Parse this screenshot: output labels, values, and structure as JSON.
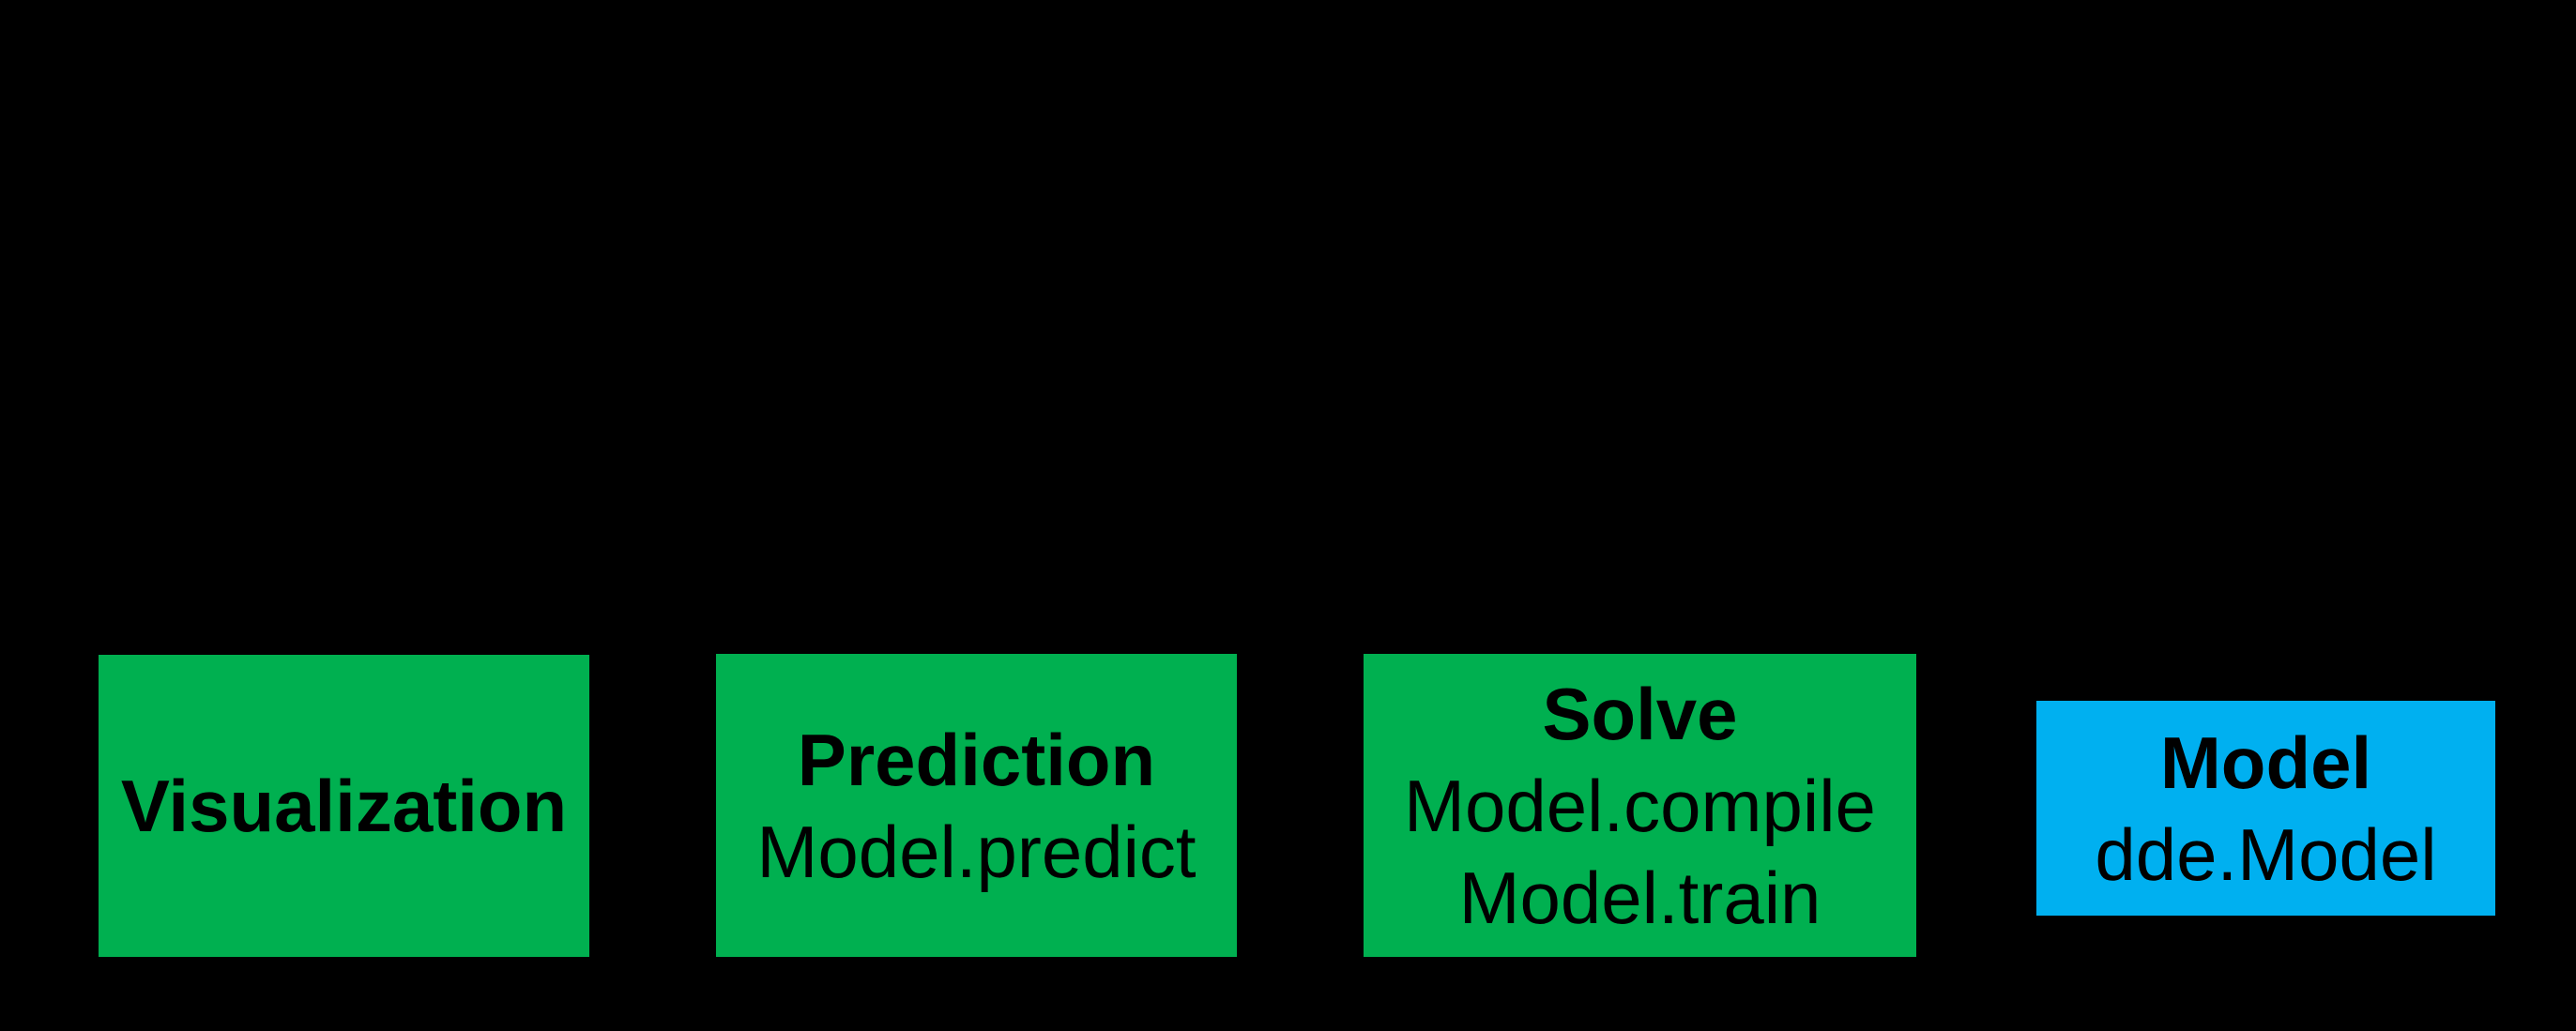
{
  "canvas": {
    "background_color": "#000000",
    "text_color": "#000000"
  },
  "colors": {
    "green_box": "#00B050",
    "blue_box": "#00B0F0"
  },
  "boxes": [
    {
      "id": "visualization",
      "color": "#00B050",
      "title": "Visualization",
      "lines": []
    },
    {
      "id": "prediction",
      "color": "#00B050",
      "title": "Prediction",
      "lines": [
        "Model.predict"
      ]
    },
    {
      "id": "solve",
      "color": "#00B050",
      "title": "Solve",
      "lines": [
        "Model.compile",
        "Model.train"
      ]
    },
    {
      "id": "model",
      "color": "#00B0F0",
      "title": "Model",
      "lines": [
        "dde.Model"
      ]
    }
  ]
}
